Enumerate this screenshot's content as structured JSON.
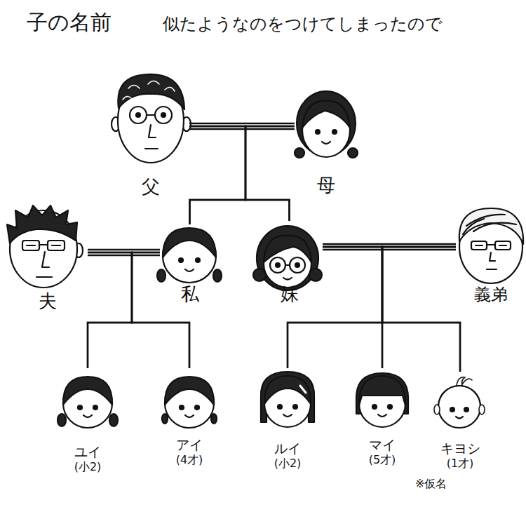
{
  "diagram": {
    "title": "子の名前",
    "nodes": [
      {
        "text": [
          "父"
        ]
      },
      {
        "text": [
          "母"
        ]
      },
      {
        "text": [
          "夫"
        ]
      },
      {
        "text": [
          "私"
        ]
      },
      {
        "text": [
          "妹"
        ]
      },
      {
        "text": [
          "義弟"
        ]
      },
      {
        "text": [
          "ユイ",
          "(小2)"
        ]
      },
      {
        "text": [
          "アイ",
          "(4才)"
        ]
      },
      {
        "text": [
          "ルイ",
          "(小2)"
        ]
      },
      {
        "text": [
          "マイ",
          "(5才)"
        ]
      },
      {
        "text": [
          "キヨシ",
          "(1才)"
        ]
      }
    ],
    "edges": [
      {
        "from": 0,
        "to": 1,
        "arrow": "none"
      },
      {
        "from": 0,
        "to": 3,
        "arrow": "none"
      },
      {
        "from": 1,
        "to": 3,
        "arrow": "none"
      },
      {
        "from": 0,
        "to": 4,
        "arrow": "none"
      },
      {
        "from": 1,
        "to": 4,
        "arrow": "none"
      },
      {
        "from": 2,
        "to": 3,
        "arrow": "none"
      },
      {
        "from": 4,
        "to": 5,
        "arrow": "none"
      },
      {
        "from": 2,
        "to": 6,
        "arrow": "none"
      },
      {
        "from": 3,
        "to": 6,
        "arrow": "none"
      },
      {
        "from": 2,
        "to": 7,
        "arrow": "none"
      },
      {
        "from": 3,
        "to": 7,
        "arrow": "none"
      },
      {
        "from": 4,
        "to": 8,
        "arrow": "none"
      },
      {
        "from": 5,
        "to": 8,
        "arrow": "none"
      },
      {
        "from": 4,
        "to": 9,
        "arrow": "none"
      },
      {
        "from": 5,
        "to": 9,
        "arrow": "none"
      },
      {
        "from": 4,
        "to": 10,
        "arrow": "none"
      },
      {
        "from": 5,
        "to": 10,
        "arrow": "none"
      }
    ],
    "labels": [
      "似たようなのをつけてしまったので",
      "※仮名"
    ]
  }
}
